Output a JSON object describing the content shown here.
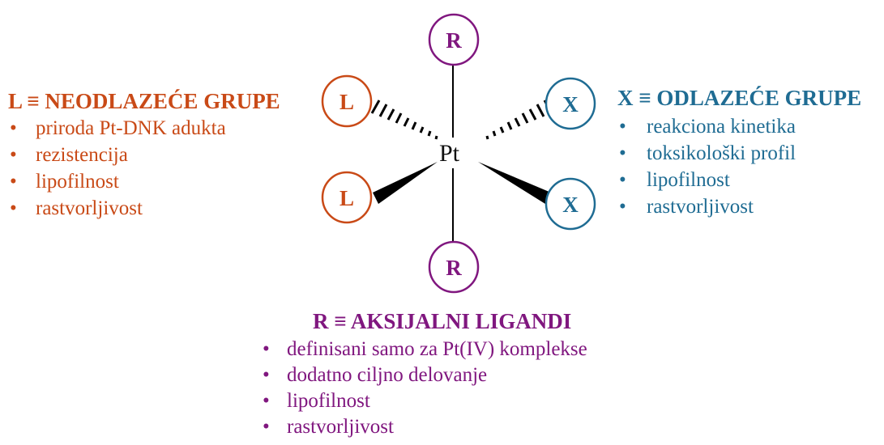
{
  "structure": {
    "center_label": "Pt",
    "ligands": {
      "top": "R",
      "bottom": "R",
      "upper_left": "L",
      "lower_left": "L",
      "upper_right": "X",
      "lower_right": "X"
    }
  },
  "left_panel": {
    "heading": "L ≡ NEODLAZEĆE GRUPE",
    "items": [
      "priroda Pt-DNK adukta",
      "rezistencija",
      "lipofilnost",
      "rastvorljivost"
    ]
  },
  "right_panel": {
    "heading": "X ≡ ODLAZEĆE GRUPE",
    "items": [
      "reakciona kinetika",
      "toksikološki profil",
      "lipofilnost",
      "rastvorljivost"
    ]
  },
  "bottom_panel": {
    "heading": "R ≡ AKSIJALNI LIGANDI",
    "items": [
      "definisani samo za Pt(IV) komplekse",
      "dodatno ciljno delovanje",
      "lipofilnost",
      "rastvorljivost"
    ]
  },
  "colors": {
    "L": "#c94a17",
    "X": "#1f6c93",
    "R": "#80177f",
    "bond": "#000000"
  }
}
